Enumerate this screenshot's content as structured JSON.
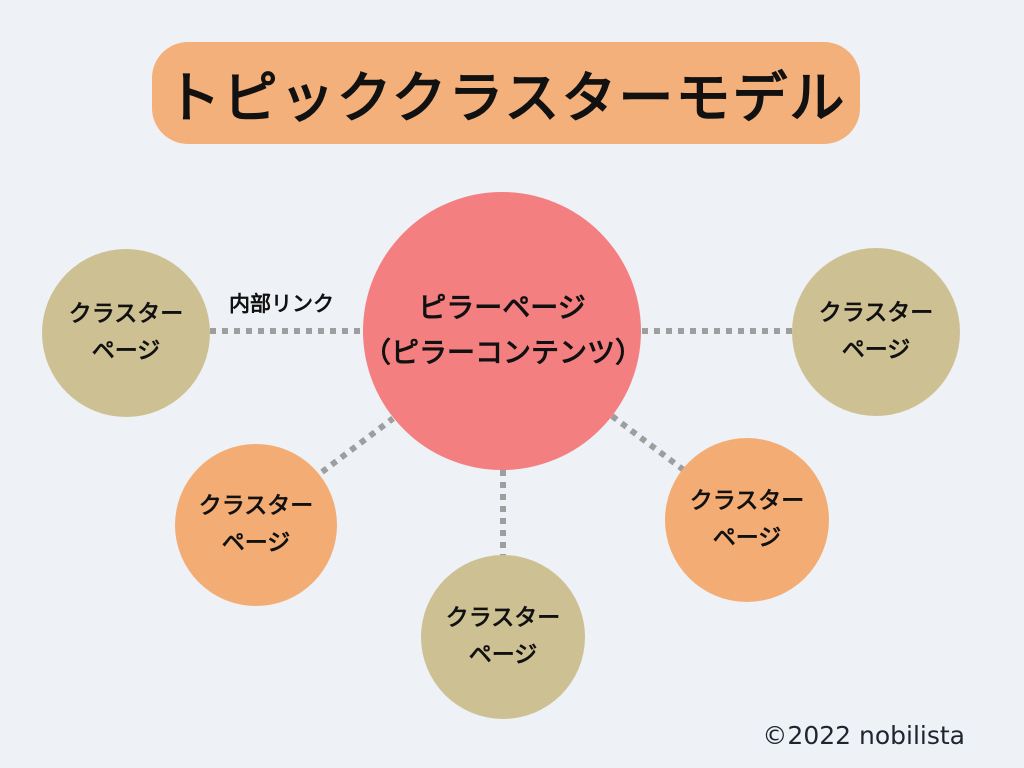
{
  "title": "トピッククラスターモデル",
  "link_label": "内部リンク",
  "copyright": "©2022 nobilista",
  "colors": {
    "background": "#eef1f6",
    "title_bg": "#f4b07a",
    "pillar": "#f37f80",
    "cluster_tan": "#cdc193",
    "cluster_orange": "#f3ac73",
    "connector": "#9e9e9e",
    "text": "#111111",
    "copyright_text": "#1e2430"
  },
  "nodes": {
    "pillar": {
      "lines": [
        "ピラーページ",
        "（ピラーコンテンツ）"
      ]
    },
    "left": {
      "lines": [
        "クラスター",
        "ページ"
      ]
    },
    "right": {
      "lines": [
        "クラスター",
        "ページ"
      ]
    },
    "bottom_left": {
      "lines": [
        "クラスター",
        "ページ"
      ]
    },
    "bottom_center": {
      "lines": [
        "クラスター",
        "ページ"
      ]
    },
    "bottom_right": {
      "lines": [
        "クラスター",
        "ページ"
      ]
    }
  }
}
